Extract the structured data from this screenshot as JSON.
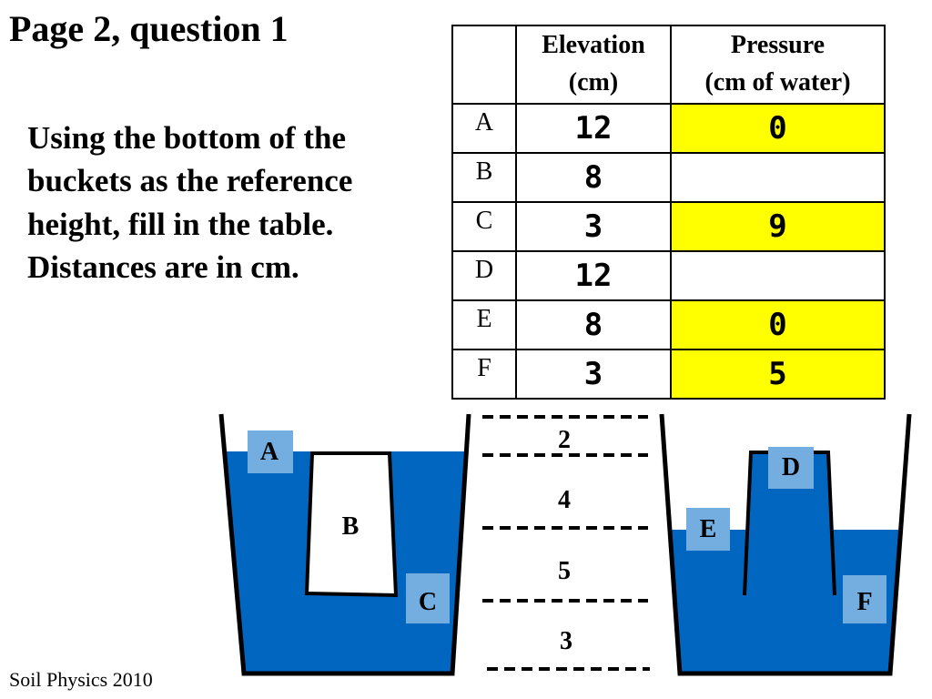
{
  "title": "Page 2, question 1",
  "instructions": [
    "Using the bottom of the",
    "buckets as the reference",
    "height, fill in the table.",
    "Distances are in cm."
  ],
  "table": {
    "headers": {
      "corner": "",
      "elevation": [
        "Elevation",
        "(cm)"
      ],
      "pressure": [
        "Pressure",
        "(cm of water)"
      ]
    },
    "rows": [
      {
        "point": "A",
        "elevation": "12",
        "pressure": "0",
        "highlight": true
      },
      {
        "point": "B",
        "elevation": "8",
        "pressure": "",
        "highlight": false
      },
      {
        "point": "C",
        "elevation": "3",
        "pressure": "9",
        "highlight": true
      },
      {
        "point": "D",
        "elevation": "12",
        "pressure": "",
        "highlight": false
      },
      {
        "point": "E",
        "elevation": "8",
        "pressure": "0",
        "highlight": true
      },
      {
        "point": "F",
        "elevation": "3",
        "pressure": "5",
        "highlight": true
      }
    ]
  },
  "diagram": {
    "point_labels": {
      "A": "A",
      "B": "B",
      "C": "C",
      "D": "D",
      "E": "E",
      "F": "F"
    },
    "scale_distances": [
      "2",
      "4",
      "5",
      "3"
    ]
  },
  "colors": {
    "water": "#0066c0",
    "label_box": "#74aee0",
    "highlight": "#ffff00"
  },
  "footer": "Soil Physics 2010"
}
